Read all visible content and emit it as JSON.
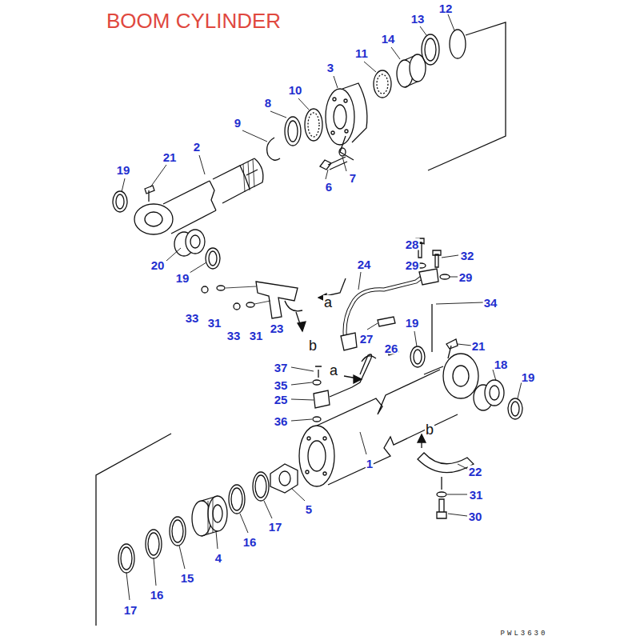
{
  "diagram": {
    "title": "BOOM CYLINDER",
    "labels": [
      "12",
      "13",
      "14",
      "11",
      "3",
      "10",
      "8",
      "9",
      "2",
      "21",
      "19",
      "7",
      "6",
      "20",
      "19",
      "28",
      "32",
      "29",
      "29",
      "24",
      "a",
      "33",
      "31",
      "33",
      "31",
      "23",
      "34",
      "19",
      "27",
      "b",
      "21",
      "26",
      "37",
      "a",
      "35",
      "18",
      "19",
      "25",
      "36",
      "b",
      "1",
      "22",
      "31",
      "30",
      "5",
      "17",
      "16",
      "4",
      "15",
      "16",
      "17",
      "PWL3630"
    ]
  }
}
